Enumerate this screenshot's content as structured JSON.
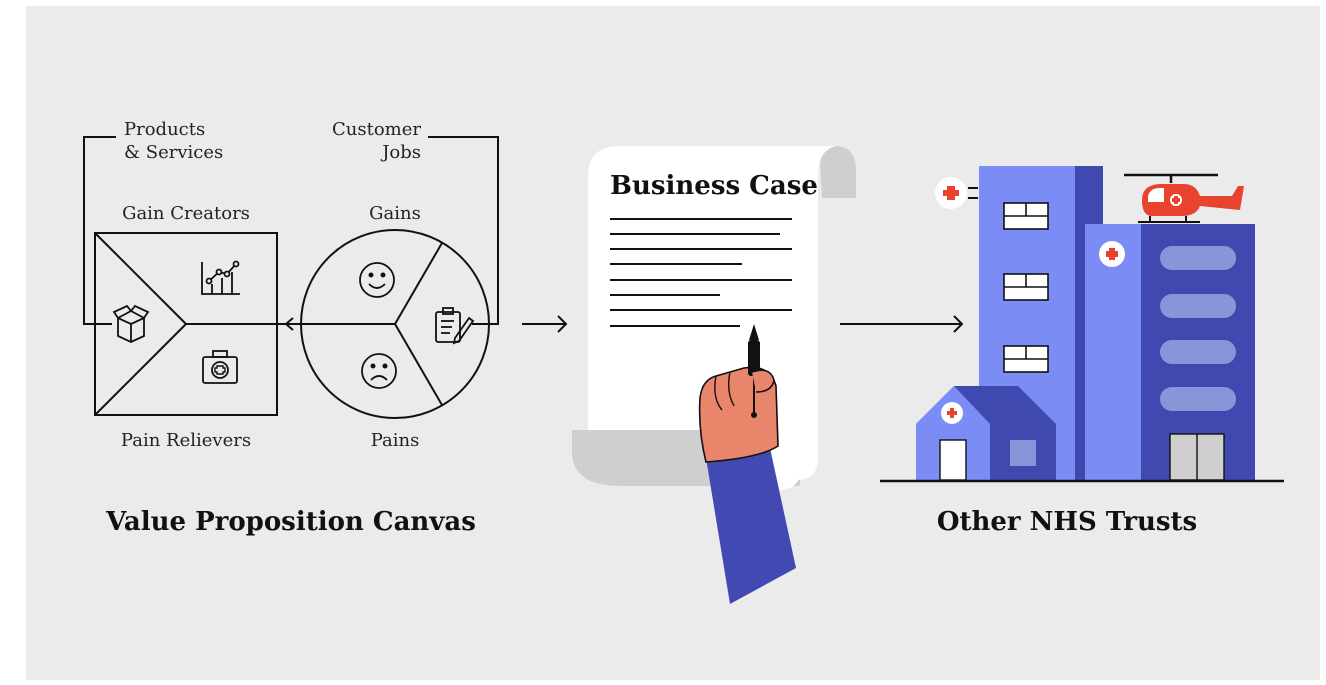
{
  "canvas": {
    "products_services": [
      "Products",
      "& Services"
    ],
    "customer_jobs": [
      "Customer",
      "Jobs"
    ],
    "gain_creators": "Gain Creators",
    "gains": "Gains",
    "pain_relievers": "Pain Relievers",
    "pains": "Pains",
    "title": "Value Proposition Canvas"
  },
  "document": {
    "title": "Business Case"
  },
  "trusts": {
    "title": "Other NHS Trusts"
  },
  "colors": {
    "background": "#ebebeb",
    "building_light": "#7b8df5",
    "building_dark": "#3f49b0",
    "accent_red": "#e8432e",
    "skin": "#e8856a",
    "sleeve": "#4249b3",
    "paper_shadow": "#cfcfcf"
  },
  "icons": [
    "box-icon",
    "chart-icon",
    "medical-kit-icon",
    "smile-icon",
    "frown-icon",
    "clipboard-icon",
    "pen-icon",
    "helicopter-icon",
    "hospital-icon"
  ]
}
